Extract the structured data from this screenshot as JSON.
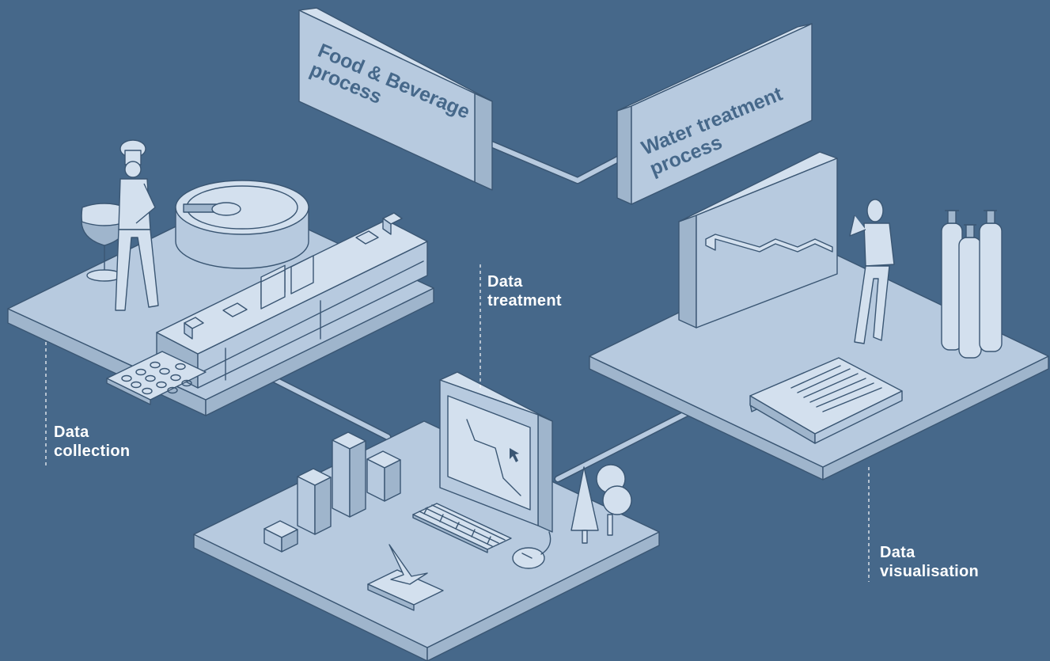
{
  "signs": {
    "food": {
      "line1": "Food & Beverage",
      "line2": "process"
    },
    "water": {
      "line1": "Water treatment",
      "line2": "process"
    }
  },
  "stages": {
    "treatment": {
      "line1": "Data",
      "line2": "treatment"
    },
    "collection": {
      "line1": "Data",
      "line2": "collection"
    },
    "visualisation": {
      "line1": "Data",
      "line2": "visualisation"
    }
  },
  "palette": {
    "background": "#46688a",
    "surface": "#b7cadf",
    "surface_light": "#d3e0ee",
    "outline": "#3a5673",
    "label": "#ffffff"
  }
}
